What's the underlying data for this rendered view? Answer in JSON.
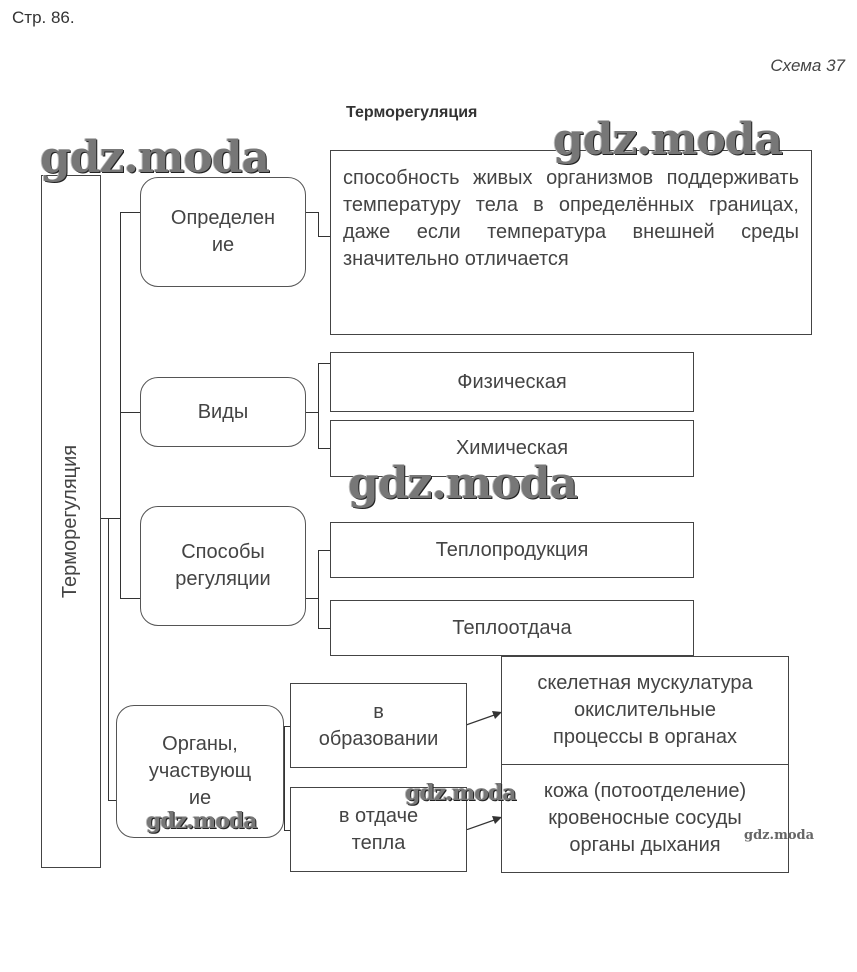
{
  "header": {
    "page": "Стр. 86.",
    "scheme": "Схема 37",
    "title": "Терморегуляция"
  },
  "root": {
    "label": "Терморегуляция"
  },
  "branches": {
    "definition": {
      "label": "Определение",
      "label_line1": "Определен",
      "label_line2": "ие",
      "text": "способность живых организмов поддерживать температуру тела в определённых границах, даже если температура внешней среды значительно отличается"
    },
    "types": {
      "label": "Виды",
      "items": [
        "Физическая",
        "Химическая"
      ]
    },
    "methods": {
      "label_line1": "Способы",
      "label_line2": "регуляции",
      "items": [
        "Теплопродукция",
        "Теплоотдача"
      ]
    },
    "organs": {
      "label_line1": "Органы,",
      "label_line2": "участвующ",
      "label_line3": "ие",
      "groups": [
        {
          "label_line1": "в",
          "label_line2": "образовании",
          "result": [
            "скелетная мускулатура",
            "окислительные",
            "процессы в органах"
          ]
        },
        {
          "label_line1": "в отдаче",
          "label_line2": "тепла",
          "result": [
            "кожа (потоотделение)",
            "кровеносные сосуды",
            "органы дыхания"
          ]
        }
      ]
    }
  },
  "watermark": "gdz.moda"
}
